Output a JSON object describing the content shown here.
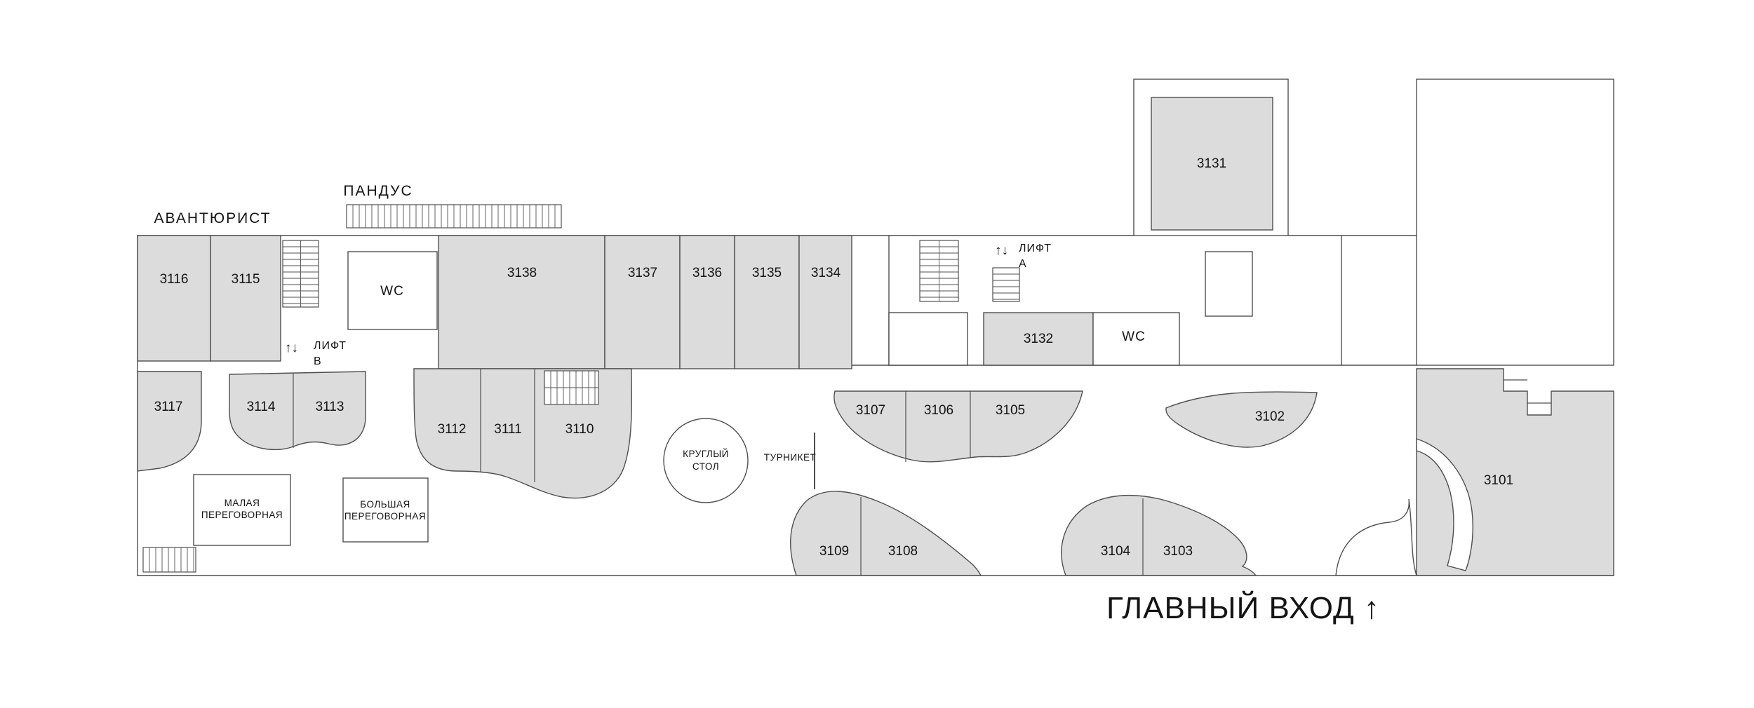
{
  "plan": {
    "labels": {
      "avantyurist": "АВАНТЮРИСТ",
      "pandus": "ПАНДУС",
      "wc_left": "WC",
      "wc_right": "WC",
      "lift_b": {
        "arrows": "↑↓",
        "word": "ЛИФТ",
        "letter": "В"
      },
      "lift_a": {
        "arrows": "↑↓",
        "word": "ЛИФТ",
        "letter": "А"
      },
      "meeting_small": {
        "line1": "МАЛАЯ",
        "line2": "ПЕРЕГОВОРНАЯ"
      },
      "meeting_large": {
        "line1": "БОЛЬШАЯ",
        "line2": "ПЕРЕГОВОРНАЯ"
      },
      "round_table": {
        "line1": "КРУГЛЫЙ",
        "line2": "СТОЛ"
      },
      "turnstile": "ТУРНИКЕТ",
      "main_entrance": "ГЛАВНЫЙ ВХОД ↑"
    },
    "rooms": {
      "r3101": "3101",
      "r3102": "3102",
      "r3103": "3103",
      "r3104": "3104",
      "r3105": "3105",
      "r3106": "3106",
      "r3107": "3107",
      "r3108": "3108",
      "r3109": "3109",
      "r3110": "3110",
      "r3111": "3111",
      "r3112": "3112",
      "r3113": "3113",
      "r3114": "3114",
      "r3115": "3115",
      "r3116": "3116",
      "r3117": "3117",
      "r3131": "3131",
      "r3132": "3132",
      "r3134": "3134",
      "r3135": "3135",
      "r3136": "3136",
      "r3137": "3137",
      "r3138": "3138"
    },
    "colors": {
      "room_fill": "#dcdcdc",
      "wall": "#4f4f4f",
      "text": "#141414",
      "background": "#ffffff"
    }
  }
}
